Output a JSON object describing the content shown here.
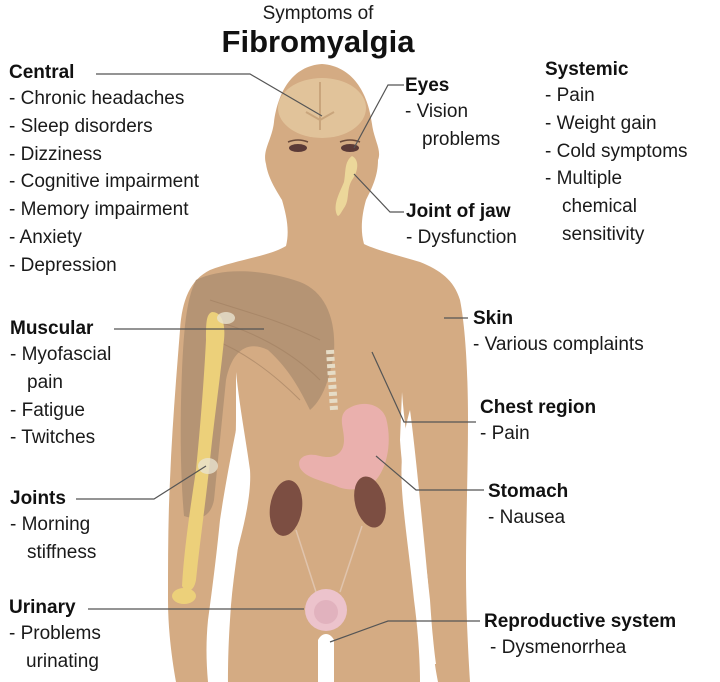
{
  "title": {
    "subtitle": "Symptoms of",
    "main": "Fibromyalgia"
  },
  "colors": {
    "skin": "#d4ab83",
    "muscle": "#b59474",
    "bone": "#ecd07a",
    "brain": "#e2c59c",
    "stomach": "#eab0ad",
    "kidney": "#7c4e42",
    "bladder": "#ecc3cc",
    "leader_line": "#555555",
    "text": "#1a1a1a"
  },
  "groups": {
    "central": {
      "heading": "Central",
      "items": [
        "- Chronic headaches",
        "- Sleep disorders",
        "- Dizziness",
        "- Cognitive impairment",
        "- Memory impairment",
        "- Anxiety",
        "- Depression"
      ]
    },
    "eyes": {
      "heading": "Eyes",
      "items": [
        "- Vision",
        "problems"
      ]
    },
    "systemic": {
      "heading": "Systemic",
      "items": [
        "- Pain",
        "- Weight gain",
        "- Cold symptoms",
        "- Multiple",
        "chemical",
        "sensitivity"
      ]
    },
    "jaw": {
      "heading": "Joint of jaw",
      "items": [
        "- Dysfunction"
      ]
    },
    "muscular": {
      "heading": "Muscular",
      "items": [
        "- Myofascial",
        "pain",
        "- Fatigue",
        "- Twitches"
      ]
    },
    "skin": {
      "heading": "Skin",
      "items": [
        "- Various complaints"
      ]
    },
    "chest": {
      "heading": "Chest region",
      "items": [
        "- Pain"
      ]
    },
    "joints": {
      "heading": "Joints",
      "items": [
        "- Morning",
        "stiffness"
      ]
    },
    "stomach": {
      "heading": "Stomach",
      "items": [
        "- Nausea"
      ]
    },
    "urinary": {
      "heading": "Urinary",
      "items": [
        "- Problems",
        "urinating"
      ]
    },
    "reproductive": {
      "heading": "Reproductive system",
      "items": [
        "- Dysmenorrhea"
      ]
    }
  }
}
